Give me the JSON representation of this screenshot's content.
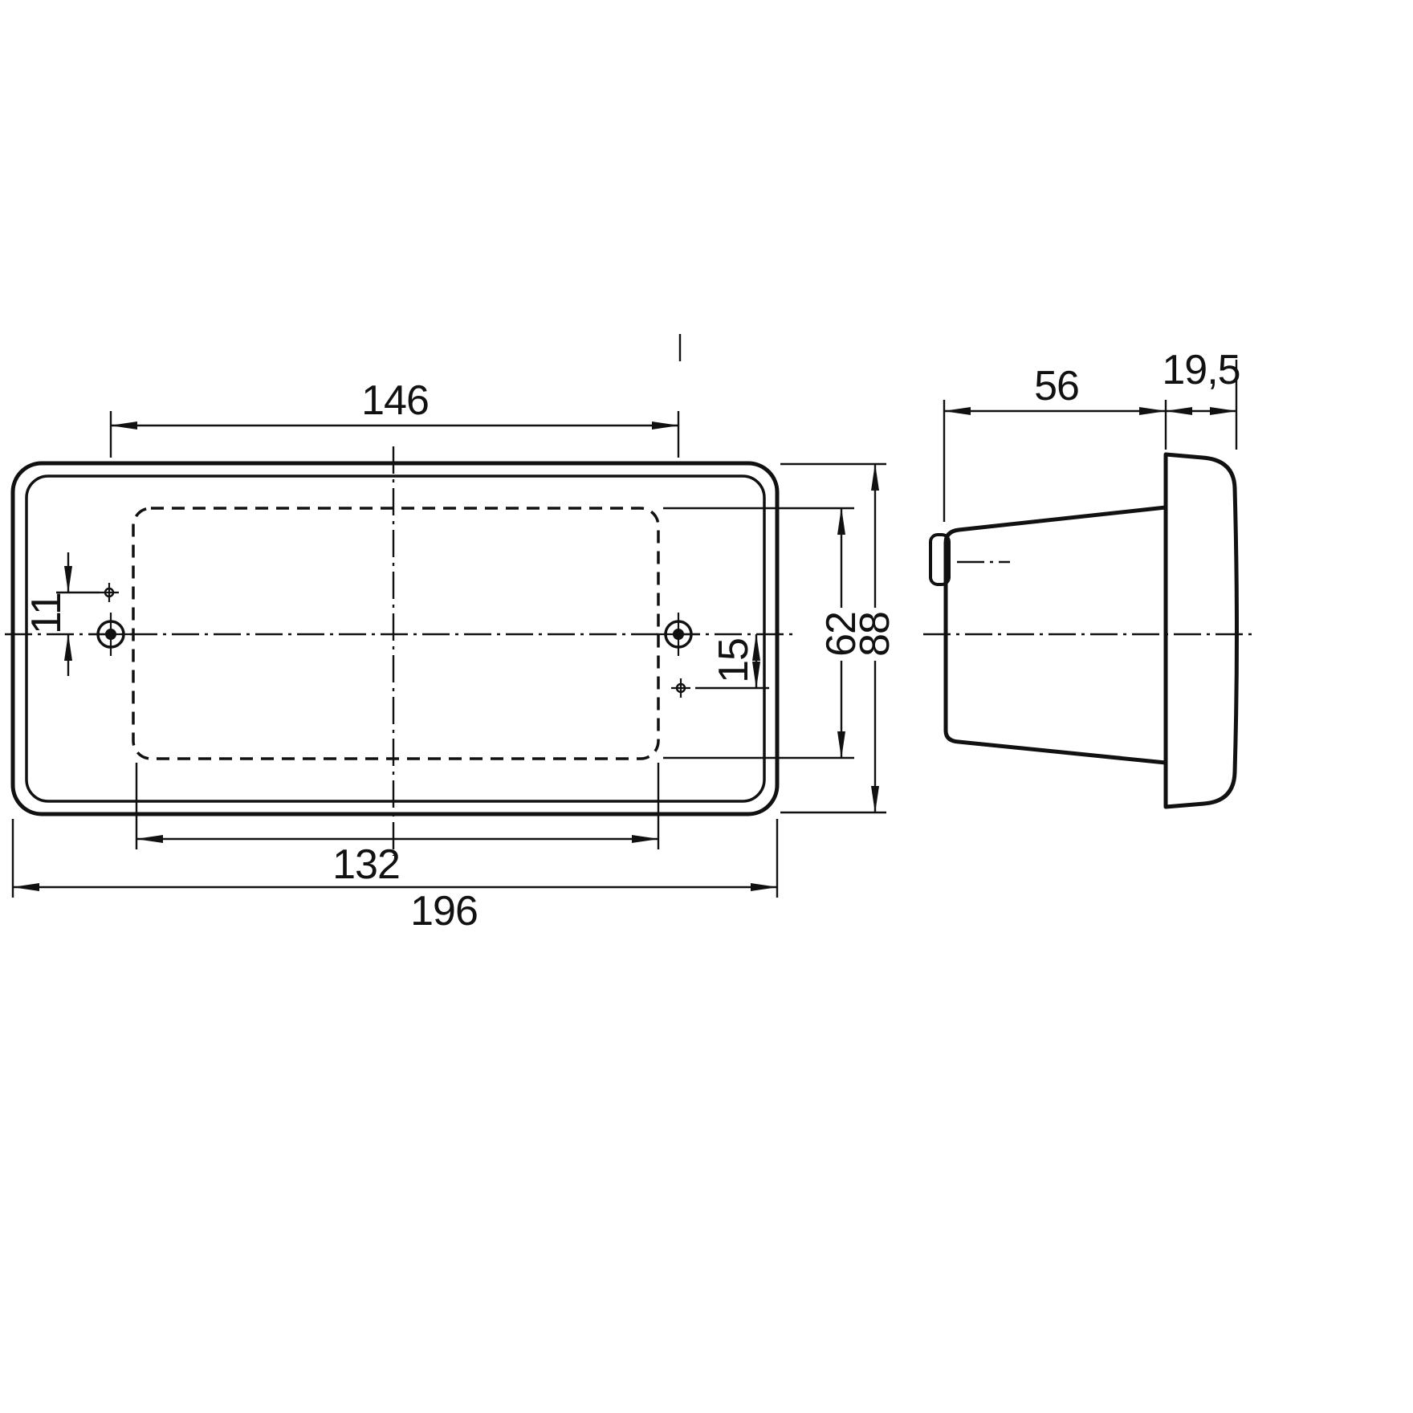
{
  "drawing": {
    "background": "#ffffff",
    "line_color": "#111111",
    "views": {
      "front": {
        "dimensions": {
          "hole_spacing": "146",
          "left_hole_offset": "11",
          "right_hole_offset": "15",
          "inner_height": "62",
          "outer_height": "88",
          "inner_width": "132",
          "outer_width": "196"
        }
      },
      "side": {
        "dimensions": {
          "body_depth": "56",
          "lens_depth": "19,5"
        }
      }
    }
  }
}
